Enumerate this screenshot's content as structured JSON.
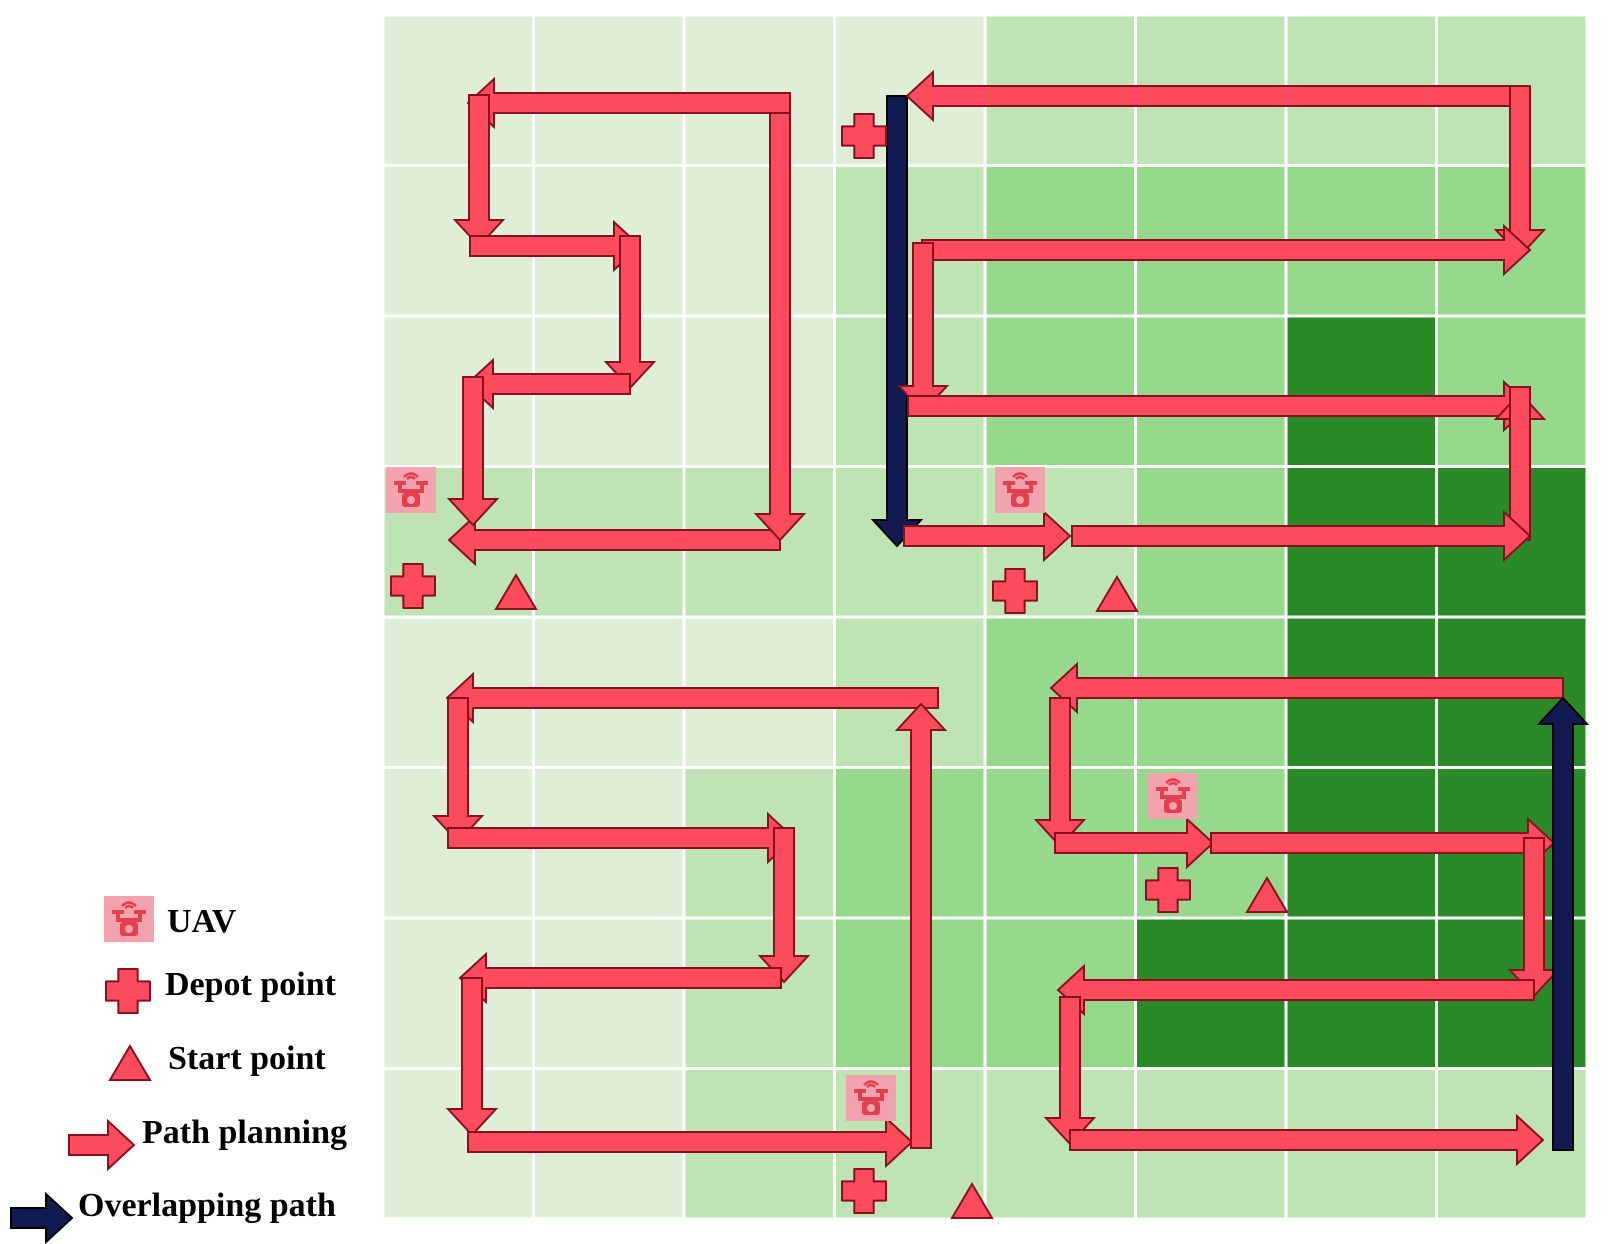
{
  "grid": {
    "rows": 8,
    "cols": 8,
    "shades": [
      [
        0,
        0,
        0,
        0,
        1,
        1,
        1,
        1
      ],
      [
        0,
        0,
        0,
        1,
        2,
        2,
        2,
        2
      ],
      [
        0,
        0,
        0,
        1,
        2,
        2,
        3,
        2
      ],
      [
        1,
        1,
        1,
        1,
        1,
        2,
        3,
        3
      ],
      [
        0,
        0,
        0,
        1,
        2,
        2,
        3,
        3
      ],
      [
        0,
        0,
        1,
        2,
        2,
        2,
        3,
        3
      ],
      [
        0,
        0,
        1,
        2,
        2,
        3,
        3,
        3
      ],
      [
        0,
        0,
        1,
        1,
        1,
        1,
        1,
        1
      ]
    ],
    "colors": [
      "#dfefd7",
      "#bfe4b3",
      "#96d88c",
      "#2a8a27"
    ],
    "line_color": "#ffffff"
  },
  "colors": {
    "path": "#fb4b5d",
    "path_stroke": "#8a1020",
    "overlap": "#121a52",
    "uav_bg": "#f2a3ad",
    "uav_fg": "#e2404f"
  },
  "icons": {
    "uav": "drone-icon",
    "depot": "cross-icon",
    "start": "triangle-icon",
    "path": "right-arrow-icon",
    "overlap": "dark-arrow-icon"
  },
  "legend": {
    "uav": "UAV",
    "depot": "Depot point",
    "start": "Start point",
    "path": "Path planning",
    "overlap": "Overlapping path"
  }
}
